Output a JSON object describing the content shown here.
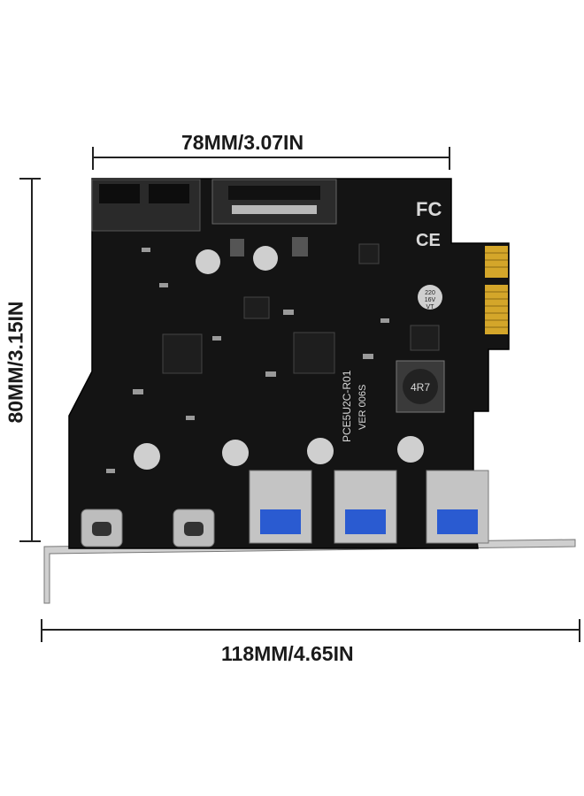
{
  "dimensions": {
    "top": "78MM/3.07IN",
    "bottom": "118MM/4.65IN",
    "left": "80MM/3.15IN"
  },
  "board": {
    "model": "PCE5U2C-R01",
    "version": "VER 006S",
    "inductor_label": "4R7",
    "cap_label_line1": "220",
    "cap_label_line2": "16V",
    "cap_label_line3": "VT",
    "fcc_mark": "FC",
    "ce_mark": "CE"
  },
  "colors": {
    "pcb": "#141414",
    "bracket": "#d8d8d8",
    "gold": "#d4a62a",
    "usb_blue": "#2a5bd1"
  }
}
